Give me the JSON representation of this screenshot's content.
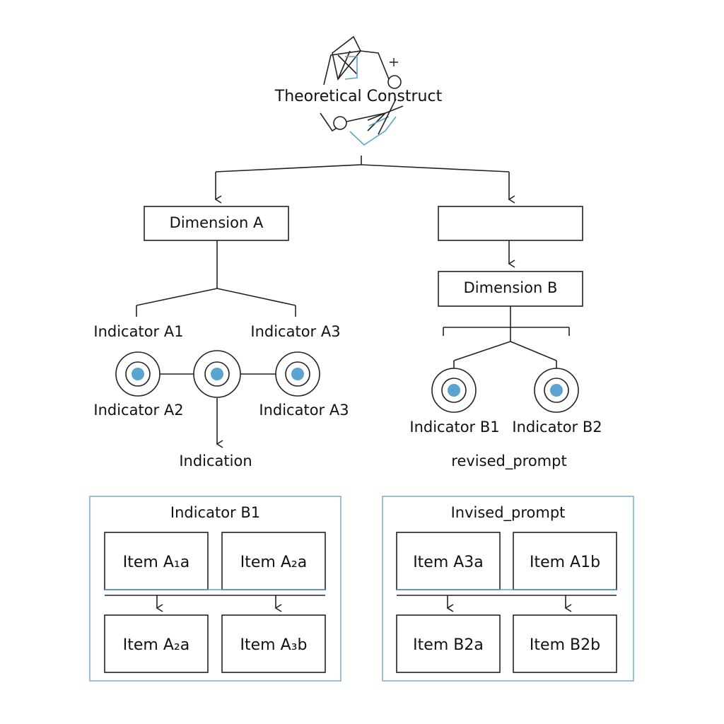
{
  "diagram": {
    "title": "Theoretical Construct",
    "dimension_a": "Dimension A",
    "dimension_b": "Dimension B",
    "empty_box": "",
    "indicators_top": [
      "Indicator A1",
      "Indicator A3"
    ],
    "indicators_bottom": [
      "Indicator A2",
      "Indicator A3"
    ],
    "indication": "Indication",
    "b_indicators": [
      "Indicator B1",
      "Indicator B2"
    ],
    "revised_prompt": "revised_prompt",
    "panel_left": {
      "title": "Indicator B1",
      "items": [
        "Item A₁a",
        "Item A₂a",
        "Item A₂a",
        "Item A₃b"
      ]
    },
    "panel_right": {
      "title": "Invised_prompt",
      "items": [
        "Item A3a",
        "Item A1b",
        "Item B2a",
        "Item B2b"
      ]
    },
    "colors": {
      "line": "#222222",
      "accent": "#5ba4cf",
      "panel_border": "#7fb2c8"
    }
  }
}
